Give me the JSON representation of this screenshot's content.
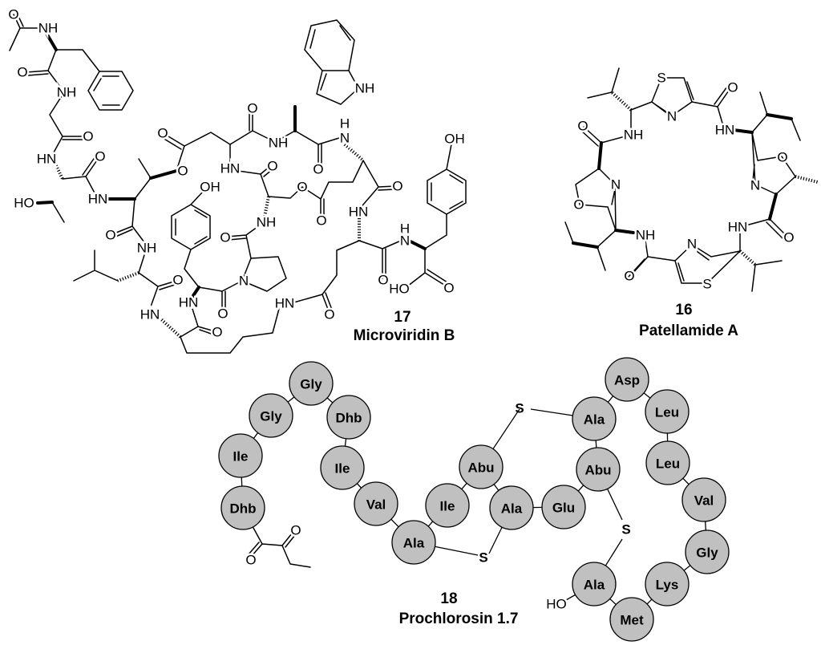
{
  "microviridin": {
    "number": "17",
    "name": "Microviridin B",
    "atoms": [
      "O",
      "NH",
      "O",
      "NH",
      "O",
      "HN",
      "O",
      "HO",
      "HN",
      "O",
      "O",
      "O",
      "NH",
      "HN",
      "O",
      "NH",
      "H",
      "N",
      "O",
      "O",
      "O",
      "O",
      "HN",
      "OH",
      "NH",
      "O",
      "O",
      "NH",
      "N",
      "O",
      "HN",
      "HN",
      "O",
      "O",
      "HN",
      "O",
      "H",
      "N",
      "O",
      "HO",
      "O",
      "OH"
    ]
  },
  "patellamide": {
    "number": "16",
    "name": "Patellamide A",
    "atoms": [
      "S",
      "N",
      "O",
      "HN",
      "O",
      "N",
      "HN",
      "O",
      "N",
      "S",
      "O",
      "NH",
      "O",
      "N",
      "NH",
      "O"
    ]
  },
  "prochlorosin": {
    "number": "18",
    "name": "Prochlorosin 1.7",
    "residues": [
      "Gly",
      "Gly",
      "Dhb",
      "Ile",
      "Ile",
      "Dhb",
      "Val",
      "Ala",
      "Ile",
      "Abu",
      "Ala",
      "Glu",
      "Ala",
      "Abu",
      "Asp",
      "Leu",
      "Leu",
      "Val",
      "Gly",
      "Lys",
      "Met",
      "Ala"
    ],
    "sulfur_label": "S",
    "terminal_hydroxyl": "HO",
    "ketone_oxygens": [
      "O",
      "O"
    ]
  }
}
